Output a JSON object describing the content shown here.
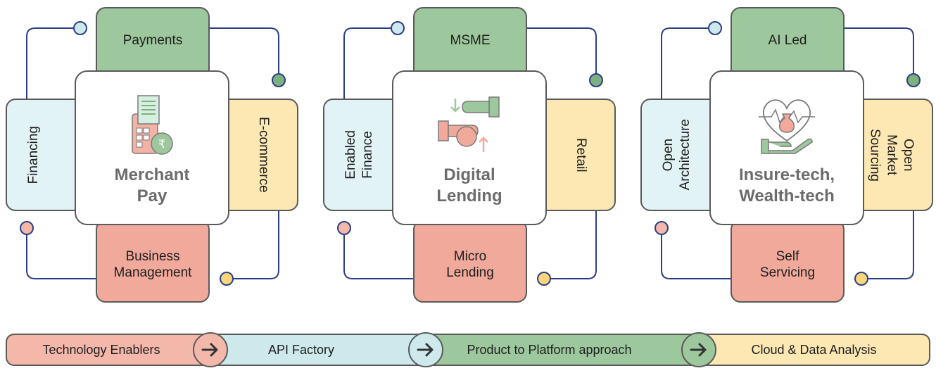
{
  "colors": {
    "green": "#9dc79d",
    "red": "#f0a99a",
    "teal": "#e2f3f5",
    "yellow": "#fde8b4",
    "connector": "#2a3f87",
    "dot_teal": "#cde9ec",
    "dot_green": "#7fb07f",
    "dot_red": "#f4b8ab",
    "dot_yellow": "#fbd57a"
  },
  "clusters": [
    {
      "top": "Payments",
      "left": "Financing",
      "right": "E-commerce",
      "bottom": "Business\nManagement",
      "title": "Merchant\nPay",
      "icon": "pos-terminal-rupee-icon"
    },
    {
      "top": "MSME",
      "left": "Enabled\nFinance",
      "right": "Retail",
      "bottom": "Micro\nLending",
      "title": "Digital\nLending",
      "icon": "handshake-money-icon"
    },
    {
      "top": "AI Led",
      "left": "Open\nArchitecture",
      "right": "Open\nMarket\nSourcing",
      "bottom": "Self\nServicing",
      "title": "Insure-tech,\nWealth-tech",
      "icon": "heart-hand-moneybag-icon"
    }
  ],
  "pipeline": {
    "stages": [
      "Technology Enablers",
      "API Factory",
      "Product to Platform approach",
      "Cloud & Data Analysis"
    ],
    "arrow_icon": "right-arrow-icon"
  }
}
